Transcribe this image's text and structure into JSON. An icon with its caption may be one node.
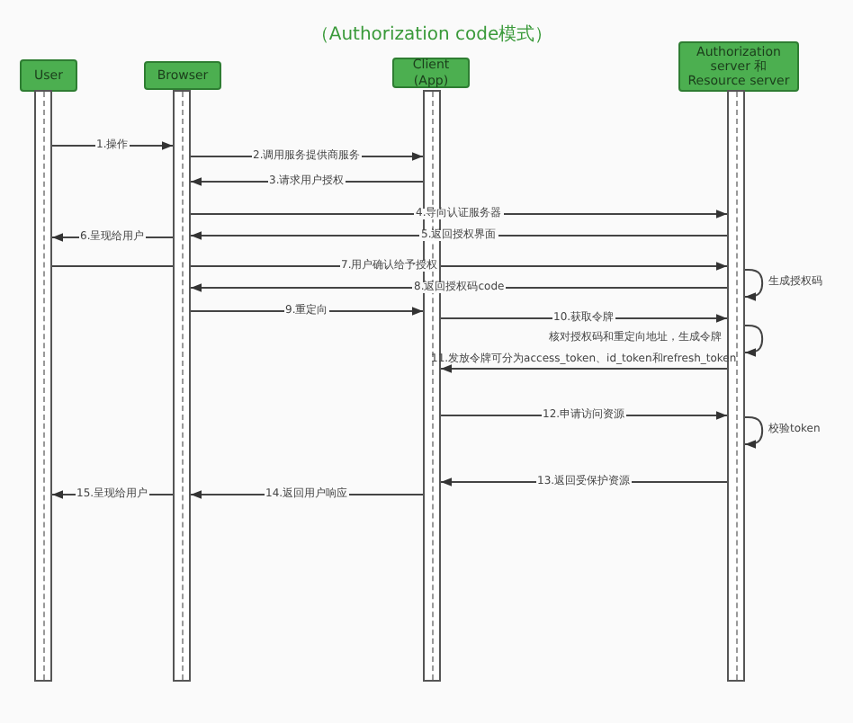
{
  "diagram": {
    "title": "（Authorization code模式）",
    "nodes": [
      {
        "text": [
          "User"
        ]
      },
      {
        "text": [
          "Browser"
        ]
      },
      {
        "text": [
          "Client (App)"
        ]
      },
      {
        "text": [
          "Authorization server 和Resource server"
        ]
      },
      {
        "text": [],
        "shape": "bar"
      },
      {
        "text": [],
        "shape": "bar"
      },
      {
        "text": [],
        "shape": "bar"
      },
      {
        "text": [],
        "shape": "bar"
      }
    ],
    "edges": [
      {
        "from": 4,
        "to": 5,
        "arrow": "to",
        "label": "1.操作"
      },
      {
        "from": 5,
        "to": 6,
        "arrow": "to",
        "label": "2.调用服务提供商服务"
      },
      {
        "from": 6,
        "to": 5,
        "arrow": "to",
        "label": "3.请求用户授权"
      },
      {
        "from": 5,
        "to": 7,
        "arrow": "to",
        "label": "4.导向认证服务器"
      },
      {
        "from": 7,
        "to": 5,
        "arrow": "to",
        "label": "5.返回授权界面"
      },
      {
        "from": 5,
        "to": 4,
        "arrow": "to",
        "label": "6.呈现给用户"
      },
      {
        "from": 4,
        "to": 7,
        "arrow": "to",
        "label": "7.用户确认给予授权"
      },
      {
        "from": 7,
        "to": 7,
        "arrow": "to",
        "label": "生成授权码"
      },
      {
        "from": 7,
        "to": 5,
        "arrow": "to",
        "label": "8.返回授权码code"
      },
      {
        "from": 5,
        "to": 6,
        "arrow": "to",
        "label": "9.重定向"
      },
      {
        "from": 6,
        "to": 7,
        "arrow": "to",
        "label": "10.获取令牌"
      },
      {
        "from": 7,
        "to": 7,
        "arrow": "to",
        "label": "核对授权码和重定向地址，生成令牌"
      },
      {
        "from": 7,
        "to": 6,
        "arrow": "to",
        "label": "11.发放令牌可分为access_token、id_token和refresh_token"
      },
      {
        "from": 6,
        "to": 7,
        "arrow": "to",
        "label": "12.申请访问资源"
      },
      {
        "from": 7,
        "to": 7,
        "arrow": "to",
        "label": "校验token"
      },
      {
        "from": 7,
        "to": 6,
        "arrow": "to",
        "label": "13.返回受保护资源"
      },
      {
        "from": 6,
        "to": 5,
        "arrow": "to",
        "label": "14.返回用户响应"
      },
      {
        "from": 5,
        "to": 4,
        "arrow": "to",
        "label": "15.呈现给用户"
      }
    ]
  }
}
